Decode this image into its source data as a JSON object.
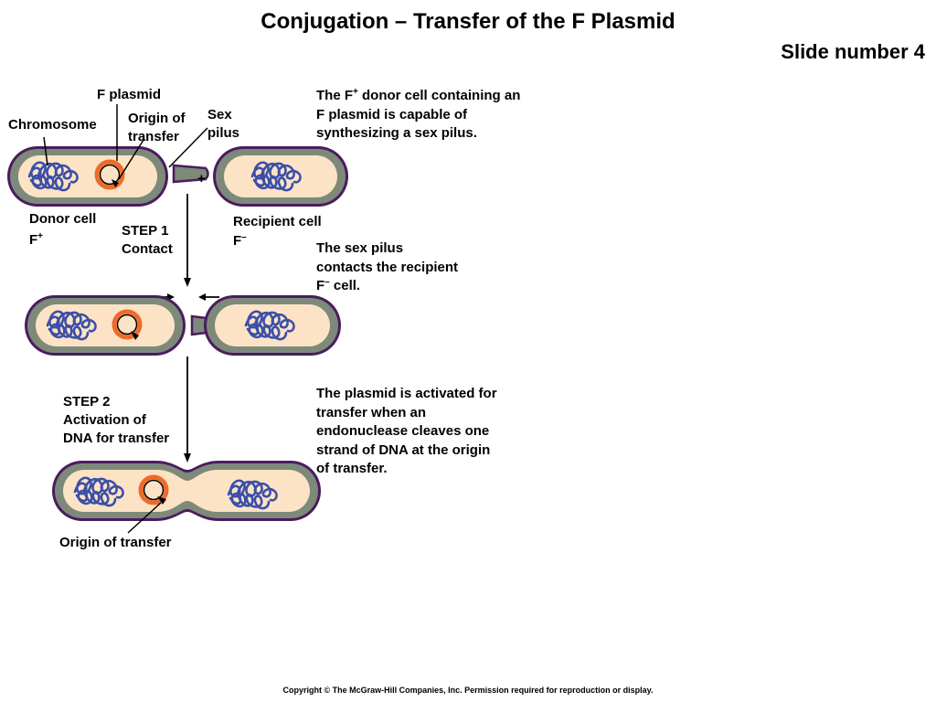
{
  "title": "Conjugation – Transfer of the F Plasmid",
  "slide_number": "Slide number 4",
  "labels": {
    "f_plasmid": "F plasmid",
    "chromosome": "Chromosome",
    "origin_of_transfer_top_line1": "Origin of",
    "origin_of_transfer_top_line2": "transfer",
    "sex_pilus_line1": "Sex",
    "sex_pilus_line2": "pilus",
    "plus": "+",
    "donor_cell": "Donor cell",
    "donor_type": "F",
    "donor_type_sup": "+",
    "recipient_cell": "Recipient cell",
    "recipient_type": "F",
    "recipient_type_sup": "–",
    "step1_line1": "STEP 1",
    "step1_line2": "Contact",
    "step2_line1": "STEP 2",
    "step2_line2": "Activation of",
    "step2_line3": "DNA for transfer",
    "origin_of_transfer_bottom": "Origin of transfer"
  },
  "descriptions": {
    "step0": {
      "l1a": "The F",
      "l1sup": "+",
      "l1b": " donor cell containing an",
      "l2": "F plasmid is capable of",
      "l3": "synthesizing a sex pilus."
    },
    "step1": {
      "l1": "The sex pilus",
      "l2": "contacts the recipient",
      "l3a": "F",
      "l3sup": "–",
      "l3b": " cell."
    },
    "step2": {
      "l1": "The plasmid is activated for",
      "l2": "transfer when an",
      "l3": "endonuclease cleaves one",
      "l4": "strand of DNA at the origin",
      "l5": "of transfer."
    }
  },
  "copyright": "Copyright © The McGraw-Hill Companies, Inc. Permission required for reproduction or display.",
  "colors": {
    "cell_outline": "#4a1c5e",
    "cell_wall": "#7d8a7a",
    "cytoplasm": "#fde3c6",
    "chromosome": "#3a4fa8",
    "plasmid": "#ef6a2a",
    "arrow": "#000000"
  },
  "icons": [
    "right-arrow-icon",
    "left-arrow-icon",
    "down-arrow-icon"
  ]
}
